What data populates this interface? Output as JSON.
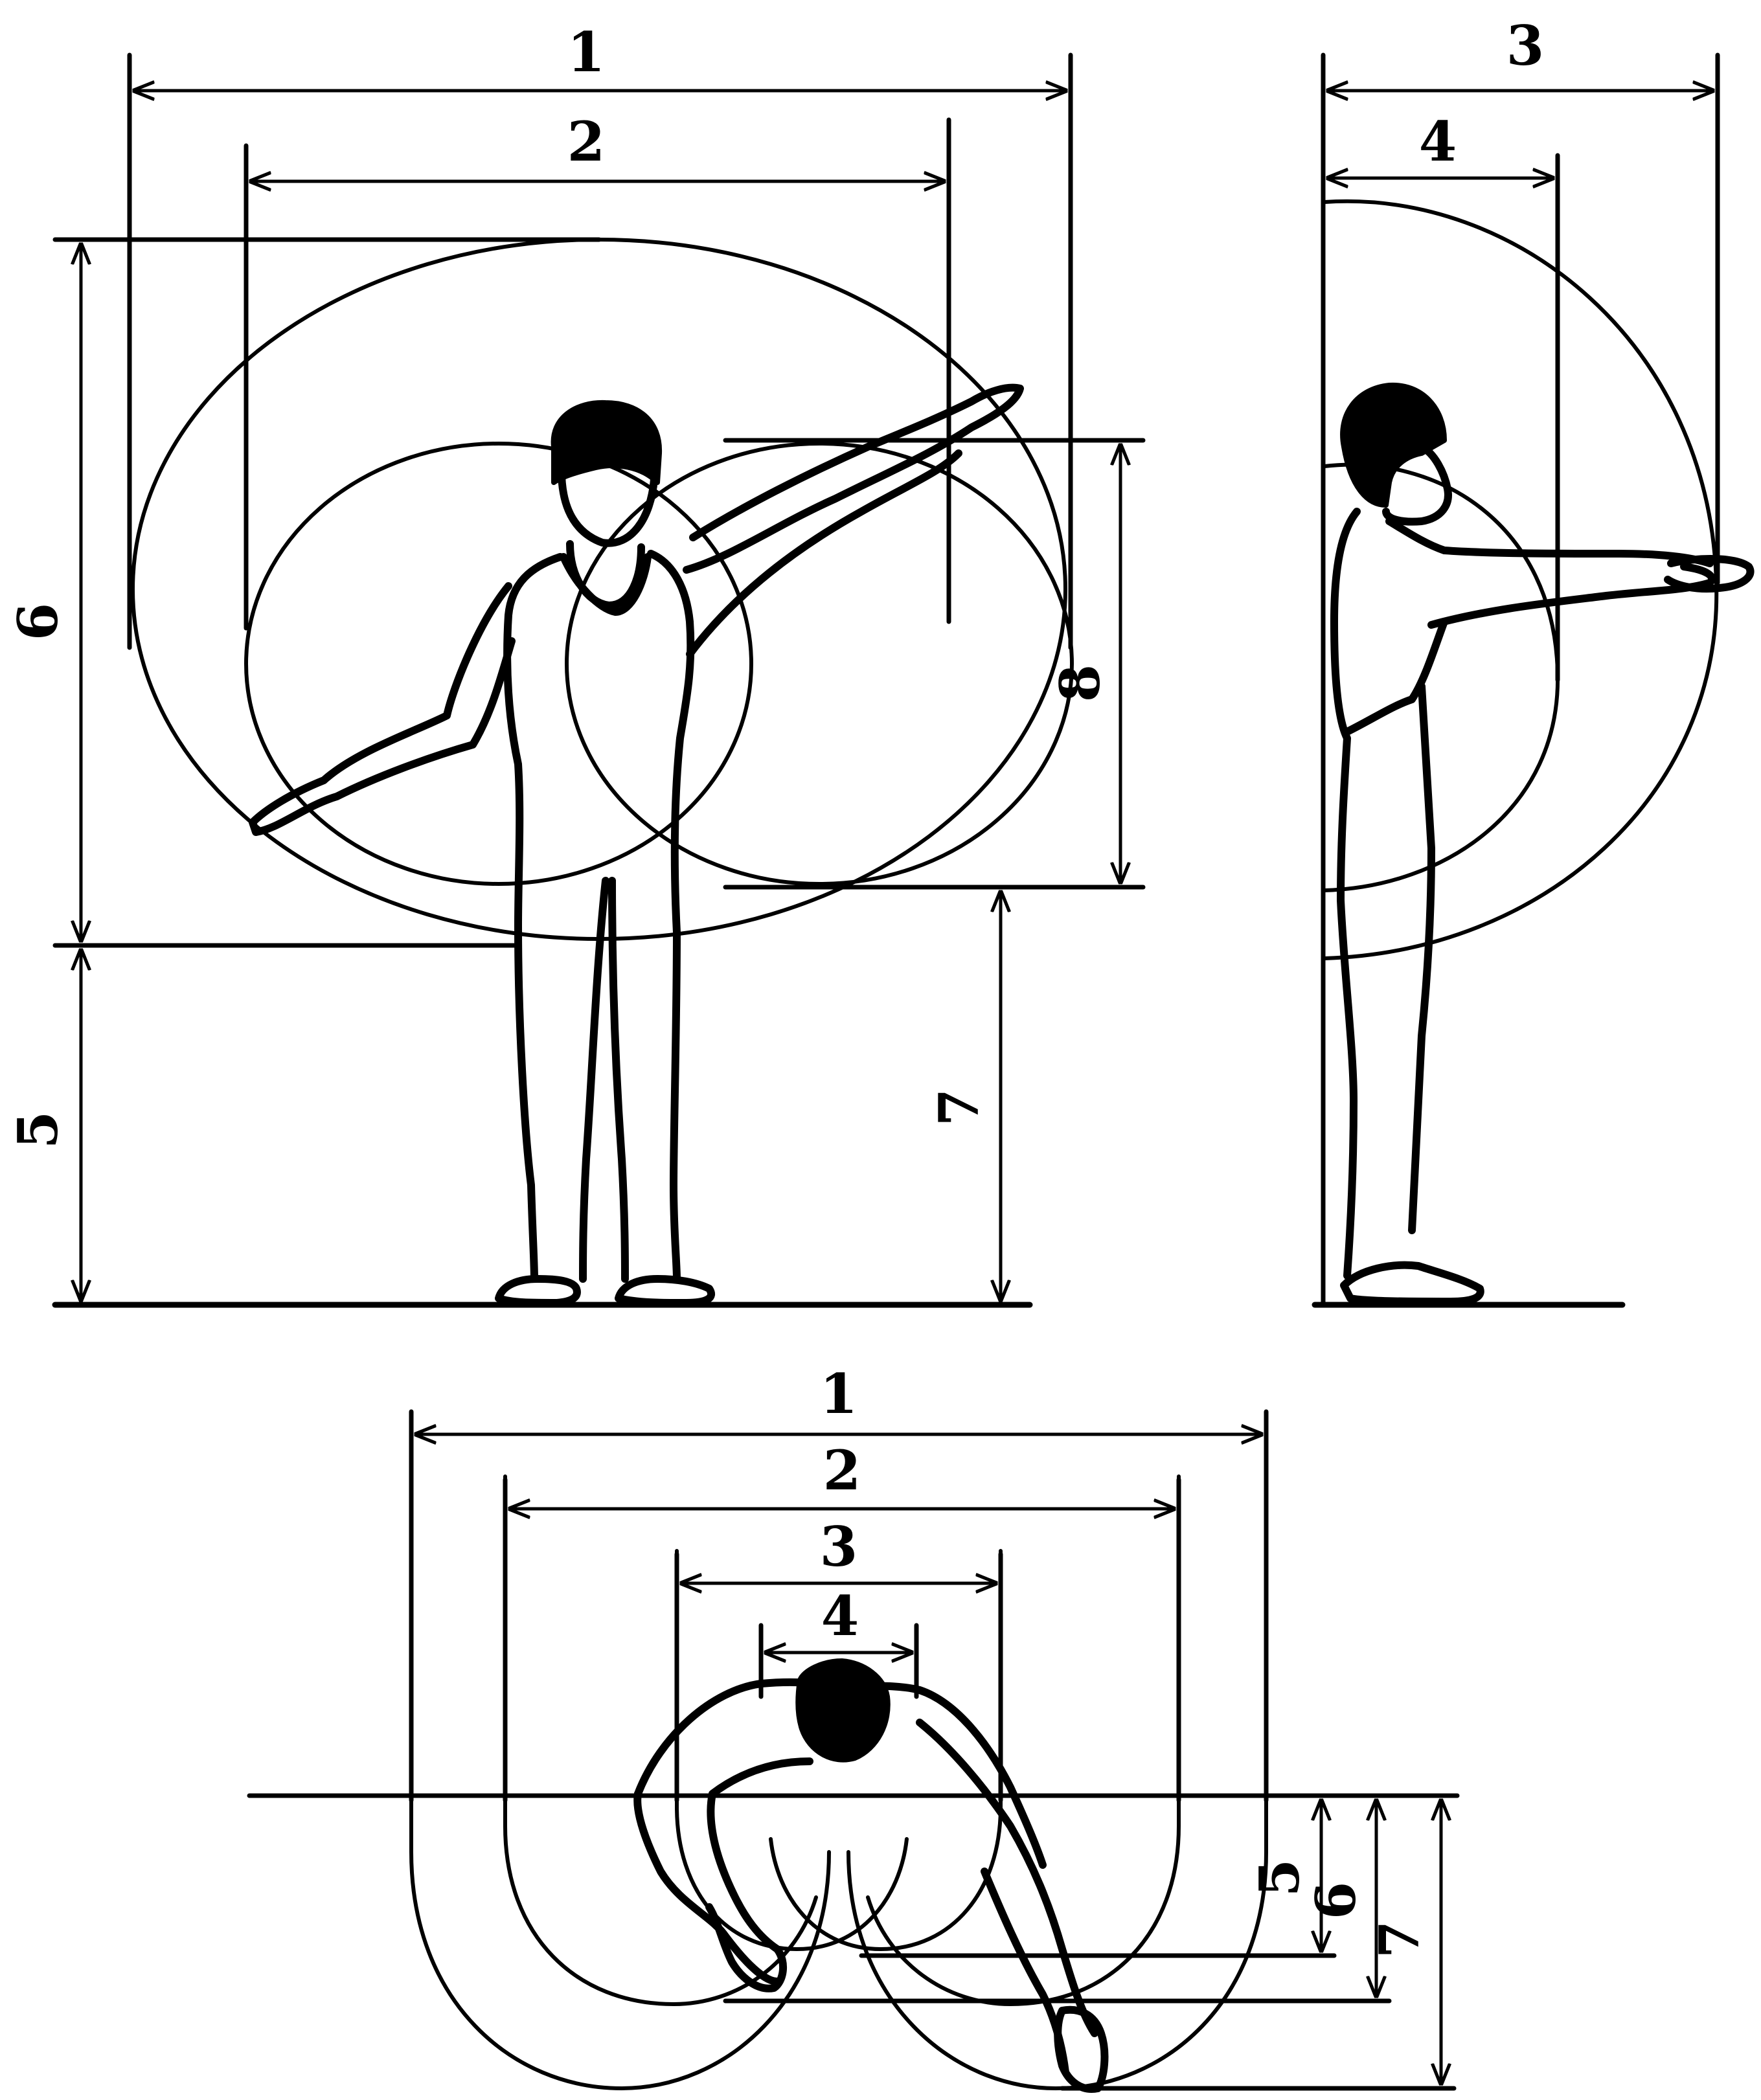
{
  "labels": {
    "front": {
      "d1": "1",
      "d2": "2",
      "d5": "5",
      "d6": "6",
      "d7": "7",
      "d8": "8"
    },
    "side": {
      "d3": "3",
      "d4": "4"
    },
    "plan": {
      "d1": "1",
      "d2": "2",
      "d3": "3",
      "d4": "4",
      "d5": "5",
      "d6": "6",
      "d7": "7"
    }
  }
}
